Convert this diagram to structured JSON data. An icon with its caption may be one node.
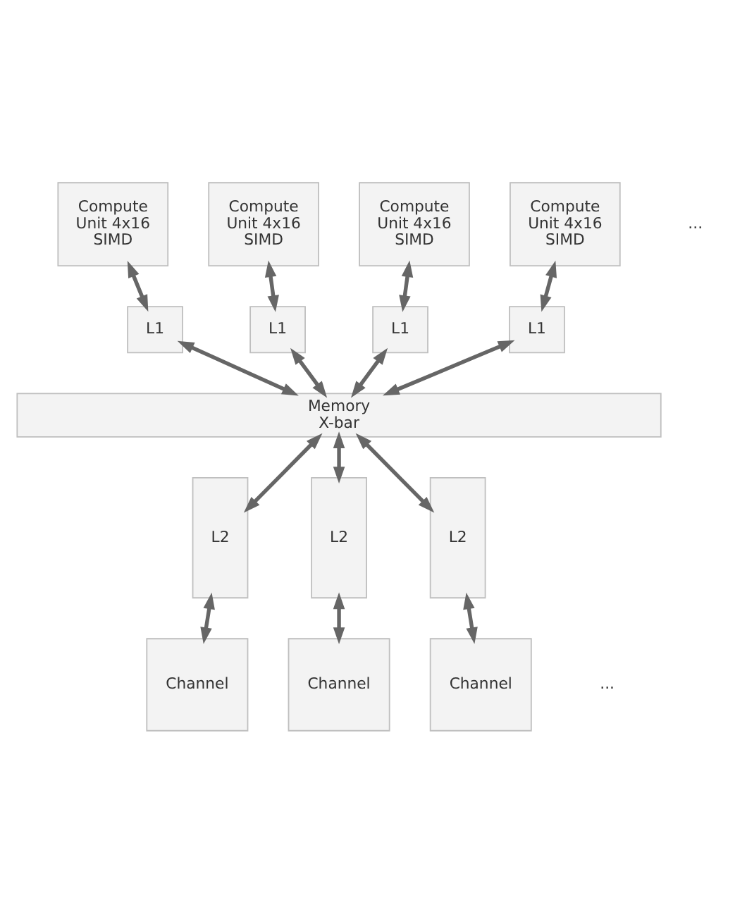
{
  "diagram": {
    "nodes": [
      {
        "text": [
          "Compute Unit 4x16 SIMD"
        ]
      },
      {
        "text": [
          "Compute Unit 4x16 SIMD"
        ]
      },
      {
        "text": [
          "Compute Unit 4x16 SIMD"
        ]
      },
      {
        "text": [
          "Compute Unit 4x16 SIMD"
        ]
      },
      {
        "text": [
          "L1"
        ]
      },
      {
        "text": [
          "L1"
        ]
      },
      {
        "text": [
          "L1"
        ]
      },
      {
        "text": [
          "L1"
        ]
      },
      {
        "text": [
          "Memory X-bar"
        ]
      },
      {
        "text": [
          "L2"
        ]
      },
      {
        "text": [
          "L2"
        ]
      },
      {
        "text": [
          "L2"
        ]
      },
      {
        "text": [
          "Channel"
        ]
      },
      {
        "text": [
          "Channel"
        ]
      },
      {
        "text": [
          "Channel"
        ]
      }
    ],
    "edges": [
      {
        "from": 0,
        "to": 4,
        "arrow": "both"
      },
      {
        "from": 1,
        "to": 5,
        "arrow": "both"
      },
      {
        "from": 2,
        "to": 6,
        "arrow": "both"
      },
      {
        "from": 3,
        "to": 7,
        "arrow": "both"
      },
      {
        "from": 4,
        "to": 8,
        "arrow": "both"
      },
      {
        "from": 5,
        "to": 8,
        "arrow": "both"
      },
      {
        "from": 6,
        "to": 8,
        "arrow": "both"
      },
      {
        "from": 7,
        "to": 8,
        "arrow": "both"
      },
      {
        "from": 8,
        "to": 9,
        "arrow": "both"
      },
      {
        "from": 8,
        "to": 10,
        "arrow": "both"
      },
      {
        "from": 8,
        "to": 11,
        "arrow": "both"
      },
      {
        "from": 9,
        "to": 12,
        "arrow": "both"
      },
      {
        "from": 10,
        "to": 13,
        "arrow": "both"
      },
      {
        "from": 11,
        "to": 14,
        "arrow": "both"
      }
    ],
    "labels": [
      "...",
      "..."
    ]
  }
}
